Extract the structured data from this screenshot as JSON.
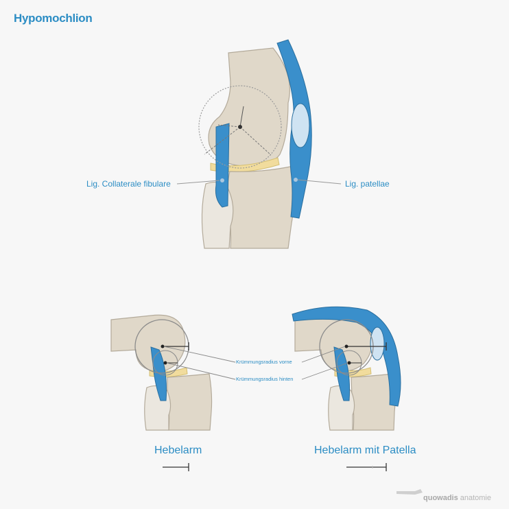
{
  "title": "Hypomochlion",
  "labels": {
    "collateral": "Lig. Collaterale fibulare",
    "patellae": "Lig. patellae",
    "radius_front": "Krümmungsradius vorne",
    "radius_back": "Krümmungsradius hinten"
  },
  "captions": {
    "left": "Hebelarm",
    "right": "Hebelarm mit Patella"
  },
  "brand": {
    "name": "quowadis",
    "suffix": "anatomie"
  },
  "colors": {
    "bone": "#e0d8c9",
    "bone_light": "#ebe7df",
    "ligament": "#3a8fcb",
    "meniscus": "#f1dc9d",
    "accent_text": "#2c8dc4"
  }
}
